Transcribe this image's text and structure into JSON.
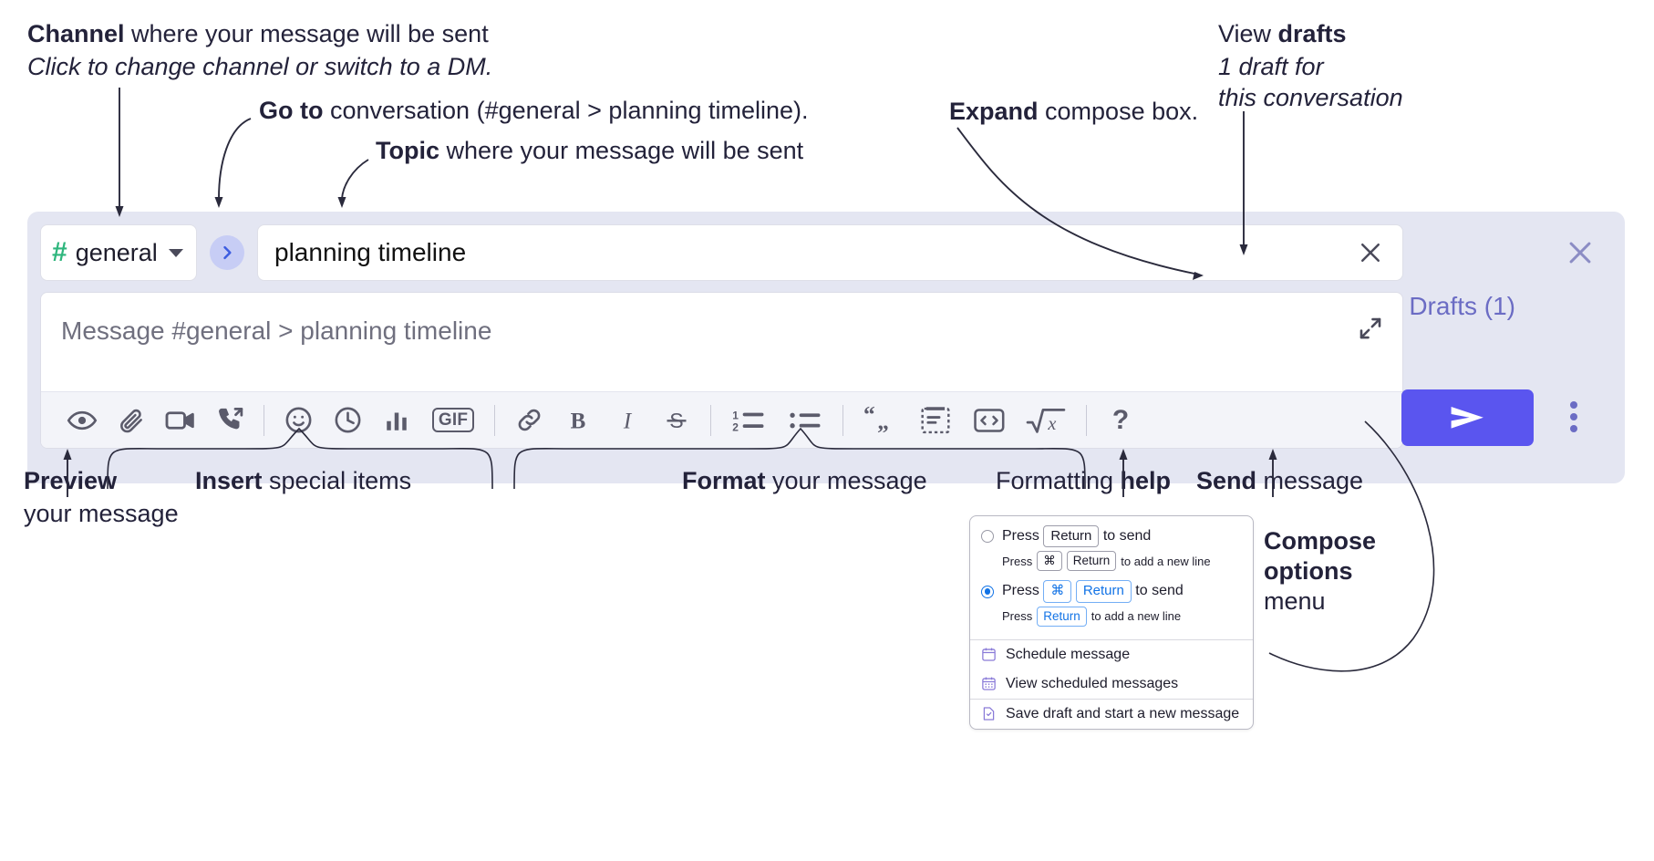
{
  "annotations": {
    "channel": {
      "bold": "Channel",
      "rest": " where your message will be sent",
      "sub": "Click to change channel or switch to a DM."
    },
    "goto": {
      "bold": "Go to",
      "rest": " conversation (#general > planning timeline)."
    },
    "topic": {
      "bold": "Topic",
      "rest": " where your message will be sent"
    },
    "expand": {
      "bold": "Expand",
      "rest": " compose box."
    },
    "drafts": {
      "pre": "View ",
      "bold": "drafts",
      "sub1": "1 draft for",
      "sub2": "this conversation"
    },
    "preview": {
      "bold": "Preview",
      "sub": "your message"
    },
    "insert": {
      "bold": "Insert",
      "rest": " special items"
    },
    "format": {
      "bold": "Format",
      "rest": " your message"
    },
    "help": {
      "pre": "Formatting ",
      "bold": "help"
    },
    "send": {
      "bold": "Send",
      "rest": " message"
    },
    "compose_options": {
      "bold1": "Compose",
      "bold2": "options",
      "rest": "menu"
    }
  },
  "compose": {
    "channel_name": "general",
    "hash_symbol": "#",
    "topic_value": "planning timeline",
    "message_placeholder": "Message #general > planning timeline",
    "drafts_label": "Drafts (1)"
  },
  "menu": {
    "option1": {
      "press": "Press",
      "key": "Return",
      "tail": "to send",
      "sub_press": "Press",
      "sub_key1": "⌘",
      "sub_key2": "Return",
      "sub_tail": "to add a new line"
    },
    "option2": {
      "press": "Press",
      "key1": "⌘",
      "key2": "Return",
      "tail": "to send",
      "sub_press": "Press",
      "sub_key": "Return",
      "sub_tail": "to add a new line"
    },
    "items": [
      {
        "label": "Schedule message",
        "icon": "calendar-icon"
      },
      {
        "label": "View scheduled messages",
        "icon": "calendar-grid-icon"
      },
      {
        "label": "Save draft and start a new message",
        "icon": "file-check-icon"
      }
    ]
  },
  "toolbar_icons": [
    "eye-icon",
    "paperclip-icon",
    "video-camera-icon",
    "phone-forward-icon",
    "emoji-icon",
    "clock-icon",
    "poll-bar-icon",
    "gif-icon",
    "link-icon",
    "bold-icon",
    "italic-icon",
    "strikethrough-icon",
    "ordered-list-icon",
    "bulleted-list-icon",
    "blockquote-icon",
    "code-block-icon",
    "inline-code-icon",
    "math-icon",
    "help-icon"
  ],
  "gif_label": "GIF",
  "help_label": "?",
  "colors": {
    "compose_bg": "#e4e6f2",
    "accent_purple": "#5a55ef",
    "drafts_text": "#6b6cc4",
    "hash_green": "#2eb67d",
    "goto_bubble": "#c7cdf5",
    "radio_blue": "#1273e6",
    "text_dark": "#23223a"
  }
}
